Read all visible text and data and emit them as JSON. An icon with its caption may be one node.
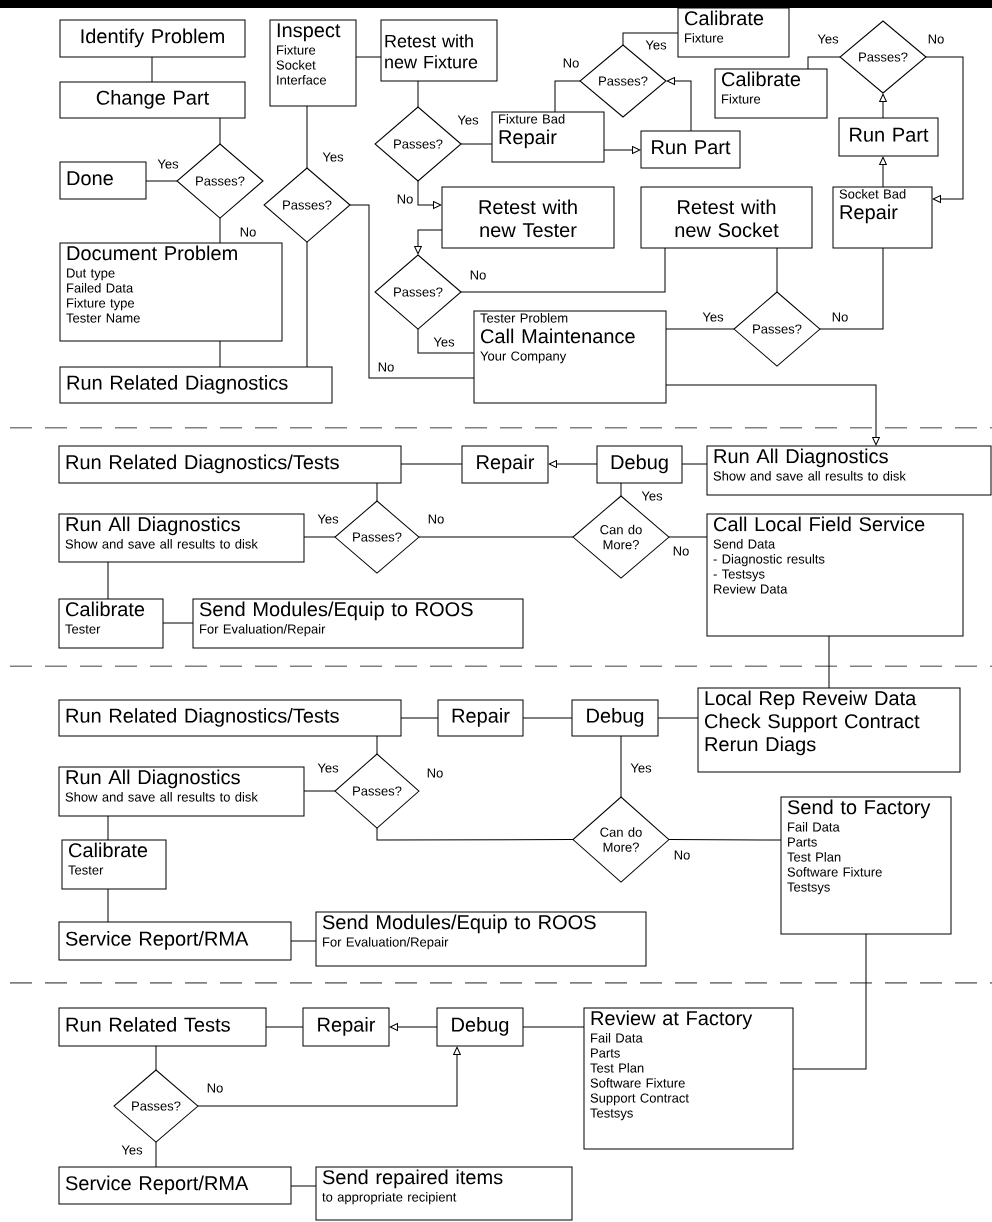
{
  "diagram": {
    "nodes": [
      {
        "text": [
          "Identify Problem"
        ]
      },
      {
        "text": [
          "Change Part"
        ]
      },
      {
        "text": [
          "Done"
        ]
      },
      {
        "text": [
          "Passes?"
        ]
      },
      {
        "text": [
          "Document Problem",
          "Dut type",
          "Failed Data",
          "Fixture type",
          "Tester Name"
        ]
      },
      {
        "text": [
          "Run Related Diagnostics"
        ]
      },
      {
        "text": [
          "Inspect",
          "Fixture",
          "Socket",
          "Interface"
        ]
      },
      {
        "text": [
          "Passes?"
        ]
      },
      {
        "text": [
          "Retest with new Fixture"
        ]
      },
      {
        "text": [
          "Passes?"
        ]
      },
      {
        "text": [
          "Fixture Bad",
          "Repair"
        ]
      },
      {
        "text": [
          "Run Part"
        ]
      },
      {
        "text": [
          "Passes?"
        ]
      },
      {
        "text": [
          "Calibrate",
          "Fixture"
        ]
      },
      {
        "text": [
          "Retest with new Tester"
        ]
      },
      {
        "text": [
          "Passes?"
        ]
      },
      {
        "text": [
          "Tester Problem",
          "Call Maintenance",
          "Your Company"
        ]
      },
      {
        "text": [
          "Retest with new Socket"
        ]
      },
      {
        "text": [
          "Passes?"
        ]
      },
      {
        "text": [
          "Socket Bad",
          "Repair"
        ]
      },
      {
        "text": [
          "Run Part"
        ]
      },
      {
        "text": [
          "Passes?"
        ]
      },
      {
        "text": [
          "Calibrate",
          "Fixture"
        ]
      },
      {
        "text": [
          "Run All Diagnostics",
          "Show and save all results to disk"
        ]
      },
      {
        "text": [
          "Run Related Diagnostics/Tests"
        ]
      },
      {
        "text": [
          "Repair"
        ]
      },
      {
        "text": [
          "Debug"
        ]
      },
      {
        "text": [
          "Run All Diagnostics",
          "Show and save all results to disk"
        ]
      },
      {
        "text": [
          "Passes?"
        ]
      },
      {
        "text": [
          "Can do More?"
        ]
      },
      {
        "text": [
          "Call Local Field Service",
          "Send Data",
          "- Diagnostic results",
          "- Testsys",
          "Review Data"
        ]
      },
      {
        "text": [
          "Calibrate",
          "Tester"
        ]
      },
      {
        "text": [
          "Send Modules/Equip to ROOS",
          "For Evaluation/Repair"
        ]
      },
      {
        "text": [
          "Run Related Diagnostics/Tests"
        ]
      },
      {
        "text": [
          "Repair"
        ]
      },
      {
        "text": [
          "Debug"
        ]
      },
      {
        "text": [
          "Local Rep Reveiw Data",
          "Check Support Contract",
          "Rerun Diags"
        ]
      },
      {
        "text": [
          "Run All Diagnostics",
          "Show and save all results to disk"
        ]
      },
      {
        "text": [
          "Passes?"
        ]
      },
      {
        "text": [
          "Can do More?"
        ]
      },
      {
        "text": [
          "Send to Factory",
          "Fail Data",
          "Parts",
          "Test Plan",
          "Software Fixture",
          "Testsys"
        ]
      },
      {
        "text": [
          "Calibrate",
          "Tester"
        ]
      },
      {
        "text": [
          "Service Report/RMA"
        ]
      },
      {
        "text": [
          "Send Modules/Equip to ROOS",
          "For Evaluation/Repair"
        ]
      },
      {
        "text": [
          "Run Related Tests"
        ]
      },
      {
        "text": [
          "Repair"
        ]
      },
      {
        "text": [
          "Debug"
        ]
      },
      {
        "text": [
          "Review at Factory",
          "Fail Data",
          "Parts",
          "Test Plan",
          "Software Fixture",
          "Support Contract",
          "Testsys"
        ]
      },
      {
        "text": [
          "Passes?"
        ]
      },
      {
        "text": [
          "Service Report/RMA"
        ]
      },
      {
        "text": [
          "Send repaired items",
          "to appropriate recipient"
        ]
      }
    ],
    "edges": [
      {
        "from": 0,
        "to": 1,
        "arrow": "none"
      },
      {
        "from": 1,
        "to": 3,
        "arrow": "none"
      },
      {
        "from": 3,
        "to": 2,
        "arrow": "none",
        "label": "Yes"
      },
      {
        "from": 3,
        "to": 4,
        "arrow": "none",
        "label": "No"
      },
      {
        "from": 4,
        "to": 5,
        "arrow": "none"
      },
      {
        "from": 5,
        "to": 7,
        "arrow": "none"
      },
      {
        "from": 7,
        "to": 6,
        "arrow": "none",
        "label": "Yes"
      },
      {
        "from": 6,
        "to": 8,
        "arrow": "none"
      },
      {
        "from": 8,
        "to": 9,
        "arrow": "none"
      },
      {
        "from": 9,
        "to": 10,
        "arrow": "none",
        "label": "Yes"
      },
      {
        "from": 9,
        "to": 14,
        "arrow": "to",
        "label": "No"
      },
      {
        "from": 10,
        "to": 11,
        "arrow": "to"
      },
      {
        "from": 11,
        "to": 12,
        "arrow": "to"
      },
      {
        "from": 12,
        "to": 13,
        "arrow": "none",
        "label": "Yes"
      },
      {
        "from": 12,
        "to": 10,
        "arrow": "none",
        "label": "No"
      },
      {
        "from": 14,
        "to": 15,
        "arrow": "to"
      },
      {
        "from": 15,
        "to": 17,
        "arrow": "none",
        "label": "No"
      },
      {
        "from": 15,
        "to": 16,
        "arrow": "none",
        "label": "Yes"
      },
      {
        "from": 17,
        "to": 18,
        "arrow": "none"
      },
      {
        "from": 18,
        "to": 16,
        "arrow": "none",
        "label": "Yes"
      },
      {
        "from": 18,
        "to": 19,
        "arrow": "none",
        "label": "No"
      },
      {
        "from": 19,
        "to": 20,
        "arrow": "to"
      },
      {
        "from": 20,
        "to": 21,
        "arrow": "to"
      },
      {
        "from": 21,
        "to": 22,
        "arrow": "none",
        "label": "Yes"
      },
      {
        "from": 21,
        "to": 19,
        "arrow": "to",
        "label": "No"
      },
      {
        "from": 7,
        "to": 16,
        "arrow": "none",
        "label": "No"
      },
      {
        "from": 16,
        "to": 23,
        "arrow": "to"
      },
      {
        "from": 23,
        "to": 26,
        "arrow": "none"
      },
      {
        "from": 26,
        "to": 25,
        "arrow": "to"
      },
      {
        "from": 25,
        "to": 24,
        "arrow": "none"
      },
      {
        "from": 24,
        "to": 28,
        "arrow": "none"
      },
      {
        "from": 28,
        "to": 27,
        "arrow": "none",
        "label": "Yes"
      },
      {
        "from": 28,
        "to": 29,
        "arrow": "none",
        "label": "No"
      },
      {
        "from": 29,
        "to": 26,
        "arrow": "none",
        "label": "Yes"
      },
      {
        "from": 29,
        "to": 30,
        "arrow": "none",
        "label": "No"
      },
      {
        "from": 27,
        "to": 31,
        "arrow": "none"
      },
      {
        "from": 31,
        "to": 32,
        "arrow": "none"
      },
      {
        "from": 30,
        "to": 36,
        "arrow": "none"
      },
      {
        "from": 36,
        "to": 35,
        "arrow": "none"
      },
      {
        "from": 35,
        "to": 34,
        "arrow": "none"
      },
      {
        "from": 34,
        "to": 33,
        "arrow": "none"
      },
      {
        "from": 33,
        "to": 38,
        "arrow": "none"
      },
      {
        "from": 38,
        "to": 37,
        "arrow": "none",
        "label": "Yes"
      },
      {
        "from": 38,
        "to": 39,
        "arrow": "none",
        "label": "No"
      },
      {
        "from": 39,
        "to": 35,
        "arrow": "none",
        "label": "Yes"
      },
      {
        "from": 39,
        "to": 40,
        "arrow": "none",
        "label": "No"
      },
      {
        "from": 37,
        "to": 41,
        "arrow": "none"
      },
      {
        "from": 41,
        "to": 42,
        "arrow": "none"
      },
      {
        "from": 42,
        "to": 43,
        "arrow": "none"
      },
      {
        "from": 40,
        "to": 47,
        "arrow": "none"
      },
      {
        "from": 47,
        "to": 46,
        "arrow": "none"
      },
      {
        "from": 46,
        "to": 45,
        "arrow": "to"
      },
      {
        "from": 45,
        "to": 44,
        "arrow": "none"
      },
      {
        "from": 44,
        "to": 48,
        "arrow": "none"
      },
      {
        "from": 48,
        "to": 46,
        "arrow": "to",
        "label": "No"
      },
      {
        "from": 48,
        "to": 49,
        "arrow": "none",
        "label": "Yes"
      },
      {
        "from": 49,
        "to": 50,
        "arrow": "none"
      }
    ]
  }
}
